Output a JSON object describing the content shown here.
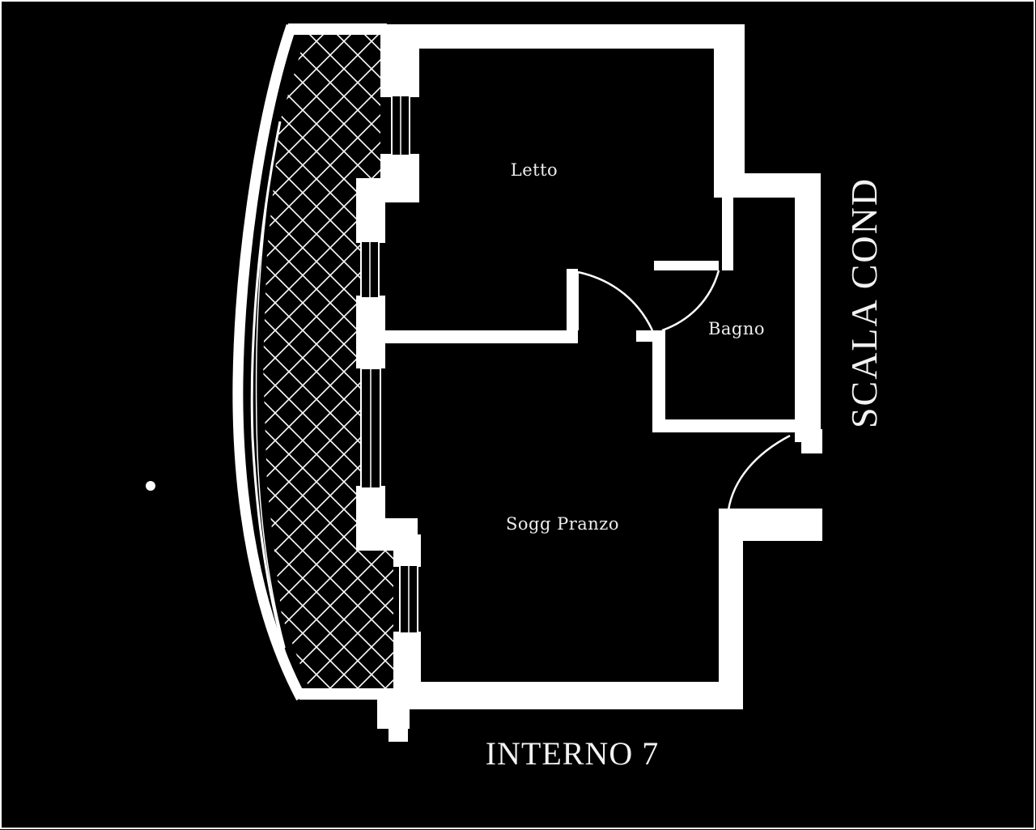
{
  "rooms": {
    "bedroom": "Letto",
    "bathroom": "Bagno",
    "living_dining": "Sogg Pranzo"
  },
  "labels": {
    "unit": "INTERNO 7",
    "stair": "SCALA COND"
  },
  "colors": {
    "background": "#000000",
    "lines": "#ffffff"
  }
}
